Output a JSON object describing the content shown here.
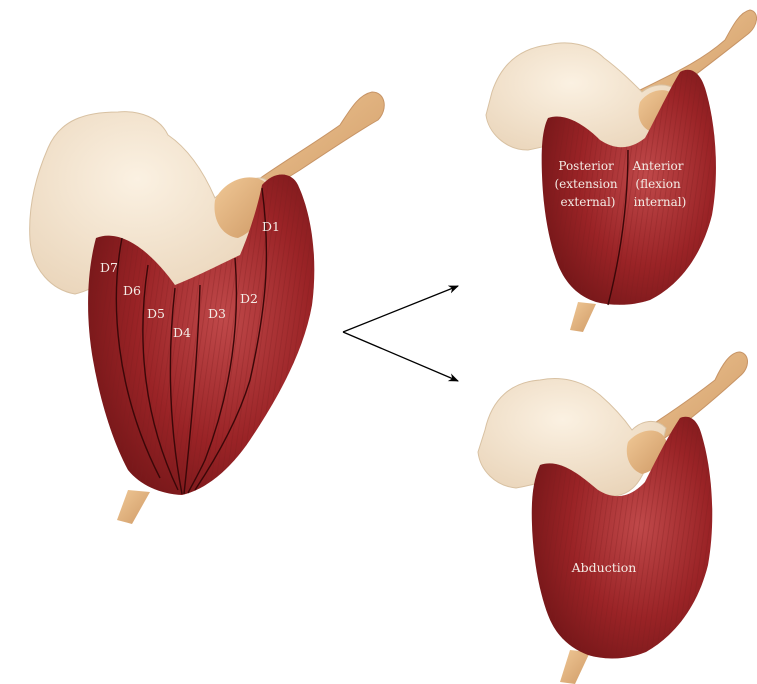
{
  "left_figure": {
    "labels": {
      "d1": "D1",
      "d2": "D2",
      "d3": "D3",
      "d4": "D4",
      "d5": "D5",
      "d6": "D6",
      "d7": "D7"
    }
  },
  "top_right_figure": {
    "posterior": [
      "Posterior",
      "(extension",
      "external)"
    ],
    "anterior": [
      "Anterior",
      "(flexion",
      "internal)"
    ]
  },
  "bottom_right_figure": {
    "label": "Abduction"
  },
  "colors": {
    "muscle": "#9a2326",
    "muscle_dark": "#6e1416",
    "bone": "#f2e2cc",
    "humerus": "#e2b07c",
    "arrow": "#000000"
  }
}
